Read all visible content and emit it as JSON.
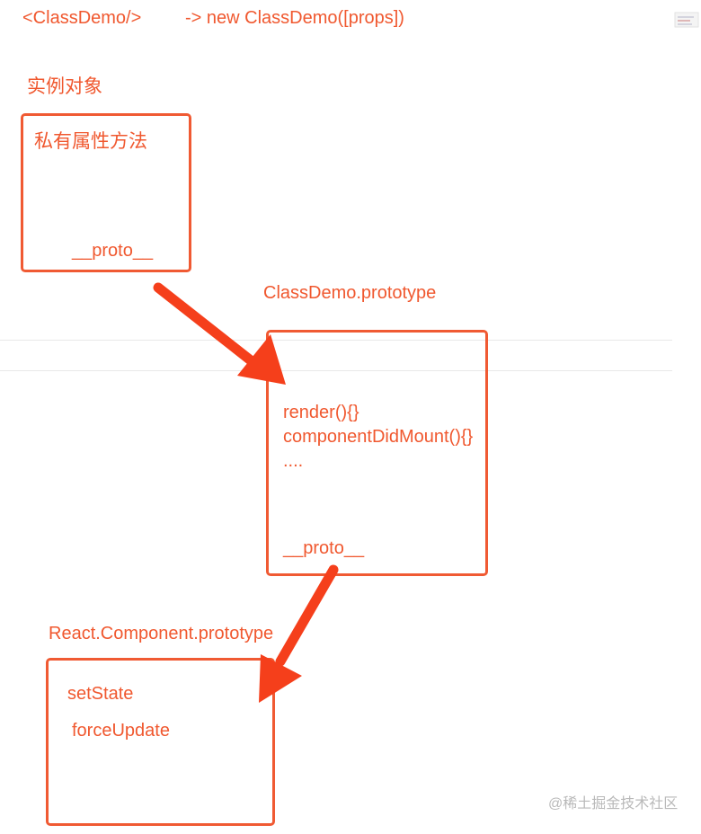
{
  "header": {
    "jsx_tag": "<ClassDemo/>",
    "instantiation": "-> new ClassDemo([props])"
  },
  "instance": {
    "title": "实例对象",
    "own_label": "私有属性方法",
    "proto": "__proto__"
  },
  "class_prototype": {
    "title": "ClassDemo.prototype",
    "methods": [
      "render(){}",
      "componentDidMount(){}",
      "...."
    ],
    "proto": "__proto__"
  },
  "react_prototype": {
    "title": "React.Component.prototype",
    "methods": [
      "setState",
      "forceUpdate"
    ]
  },
  "watermark": "@稀土掘金技术社区",
  "colors": {
    "accent": "#f0582f",
    "arrow": "#f53f1b"
  }
}
